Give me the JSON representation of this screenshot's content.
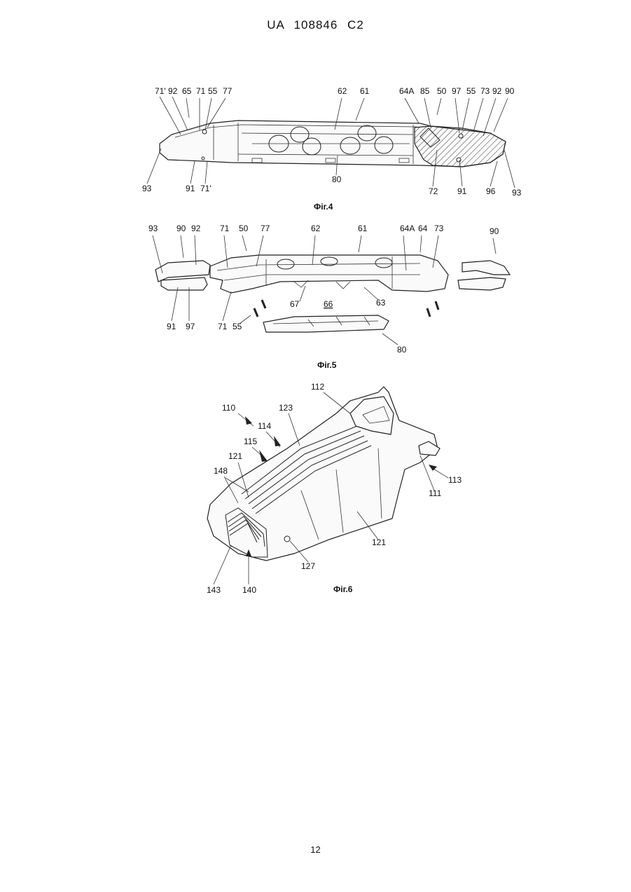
{
  "header": {
    "doc_id": "UA   108846   C2"
  },
  "page_number": "12",
  "figures": {
    "fig4": {
      "caption": "Фіг.4",
      "labels_top": [
        "71'",
        "92",
        "65",
        "71",
        "55",
        "77",
        "62",
        "61",
        "64A",
        "85",
        "50",
        "97",
        "55",
        "73",
        "92",
        "90"
      ],
      "labels_bottom": [
        "93",
        "91",
        "71'",
        "80",
        "72",
        "91",
        "96",
        "93"
      ]
    },
    "fig5": {
      "caption": "Фіг.5",
      "labels": [
        "93",
        "90",
        "92",
        "71",
        "50",
        "77",
        "62",
        "61",
        "64A",
        "64",
        "73",
        "90",
        "67",
        "66",
        "63",
        "91",
        "97",
        "71",
        "55",
        "80"
      ]
    },
    "fig6": {
      "caption": "Фіг.6",
      "labels": [
        "112",
        "110",
        "123",
        "114",
        "115",
        "121",
        "148",
        "113",
        "111",
        "121",
        "127",
        "143",
        "140"
      ]
    }
  }
}
